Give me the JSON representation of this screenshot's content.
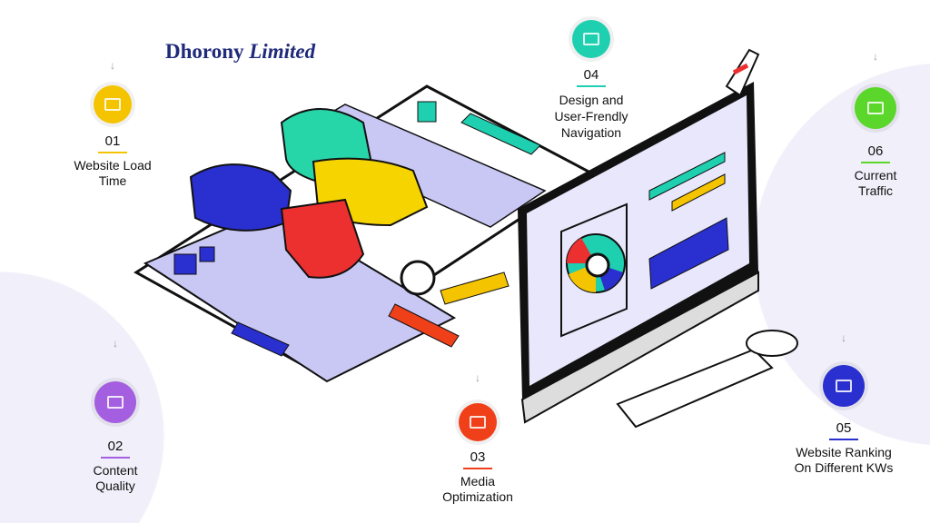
{
  "brand": {
    "name_part1": "Dhorony",
    "name_part2": "Limited"
  },
  "items": [
    {
      "number": "01",
      "label": "Website Load Time",
      "color": "#f5c400",
      "icon": "browser-speed-icon"
    },
    {
      "number": "02",
      "label": "Content Quality",
      "color": "#a45ee0",
      "icon": "content-window-icon"
    },
    {
      "number": "03",
      "label": "Media Optimization",
      "color": "#f0401a",
      "icon": "media-icon"
    },
    {
      "number": "04",
      "label": "Design and User-Frendly Navigation",
      "color": "#1ecfb0",
      "icon": "design-monitor-icon"
    },
    {
      "number": "05",
      "label": "Website Ranking On Different KWs",
      "color": "#2a2fd0",
      "icon": "ranking-icon"
    },
    {
      "number": "06",
      "label": "Current Traffic",
      "color": "#5bd62a",
      "icon": "traffic-chart-icon"
    }
  ]
}
